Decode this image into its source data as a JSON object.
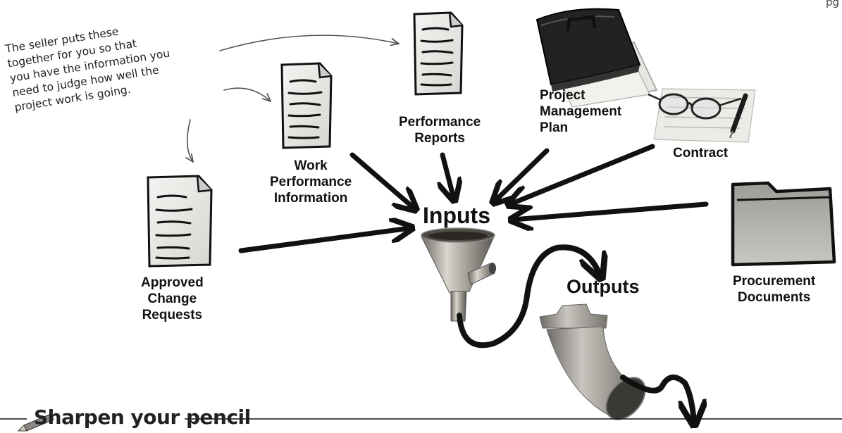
{
  "note": {
    "lines": [
      "The seller puts these",
      "together for you so that",
      "you have the information you",
      "need to judge how well the",
      "project work is going."
    ]
  },
  "page_ref": "pg",
  "nodes": {
    "performance_reports": {
      "lines": [
        "Performance",
        "Reports"
      ]
    },
    "project_management_plan": {
      "lines": [
        "Project",
        "Management",
        "Plan"
      ]
    },
    "contract": {
      "lines": [
        "Contract"
      ]
    },
    "work_performance_information": {
      "lines": [
        "Work",
        "Performance",
        "Information"
      ]
    },
    "approved_change_requests": {
      "lines": [
        "Approved",
        "Change",
        "Requests"
      ]
    },
    "procurement_documents": {
      "lines": [
        "Procurement",
        "Documents"
      ]
    }
  },
  "inputs_label": "Inputs",
  "outputs_label": "Outputs",
  "sharpen_label": "Sharpen your pencil"
}
